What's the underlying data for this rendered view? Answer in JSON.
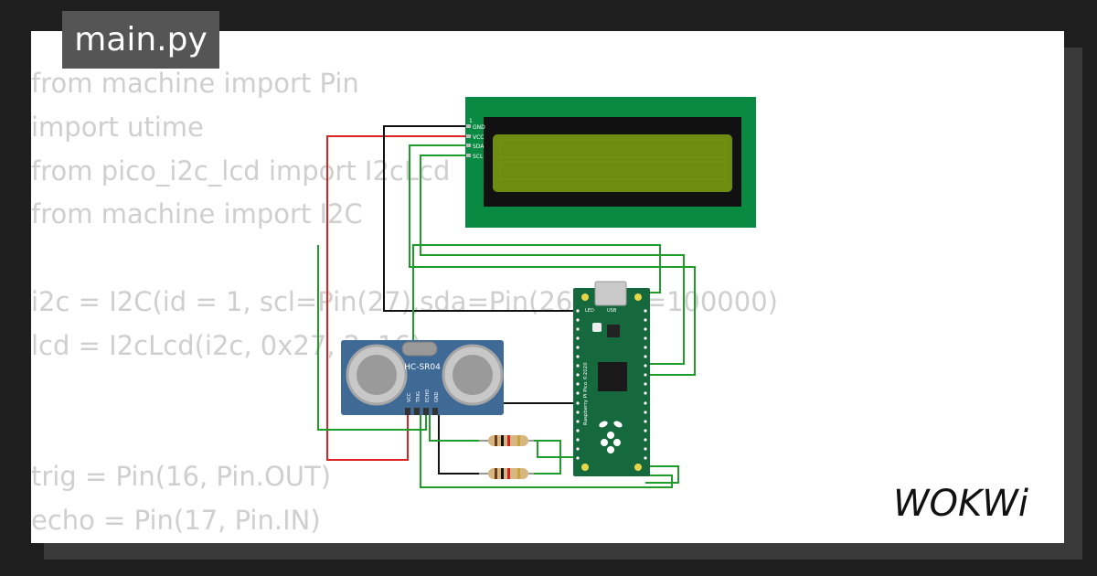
{
  "tab": {
    "filename": "main.py"
  },
  "code": {
    "lines": [
      "from machine import Pin",
      "import utime",
      "from pico_i2c_lcd import I2cLcd",
      "from machine import I2C",
      "",
      "i2c = I2C(id = 1, scl=Pin(27),sda=Pin(26),freq=100000)",
      "lcd = I2cLcd(i2c, 0x27, 2, 16)",
      "",
      "",
      "trig = Pin(16, Pin.OUT)",
      "echo = Pin(17, Pin.IN)"
    ]
  },
  "components": {
    "lcd_pins": [
      "GND",
      "VCC",
      "SDA",
      "SCL"
    ],
    "lcd_pin_marker": "1",
    "sensor_label": "HC-SR04",
    "sensor_pins": [
      "VCC",
      "TRIG",
      "ECHO",
      "GND"
    ],
    "pico_led": "LED",
    "pico_usb": "USB",
    "pico_label": "Raspberry Pi Pico ©2020"
  },
  "brand": {
    "logo_text": "WOKWi"
  },
  "colors": {
    "wire_red": "#dd2222",
    "wire_black": "#111111",
    "wire_green": "#1f9c2a",
    "lcd_board": "#088a42",
    "lcd_screen": "#6d8c10",
    "pico_board": "#15693c",
    "sensor_board": "#3f6a96"
  }
}
